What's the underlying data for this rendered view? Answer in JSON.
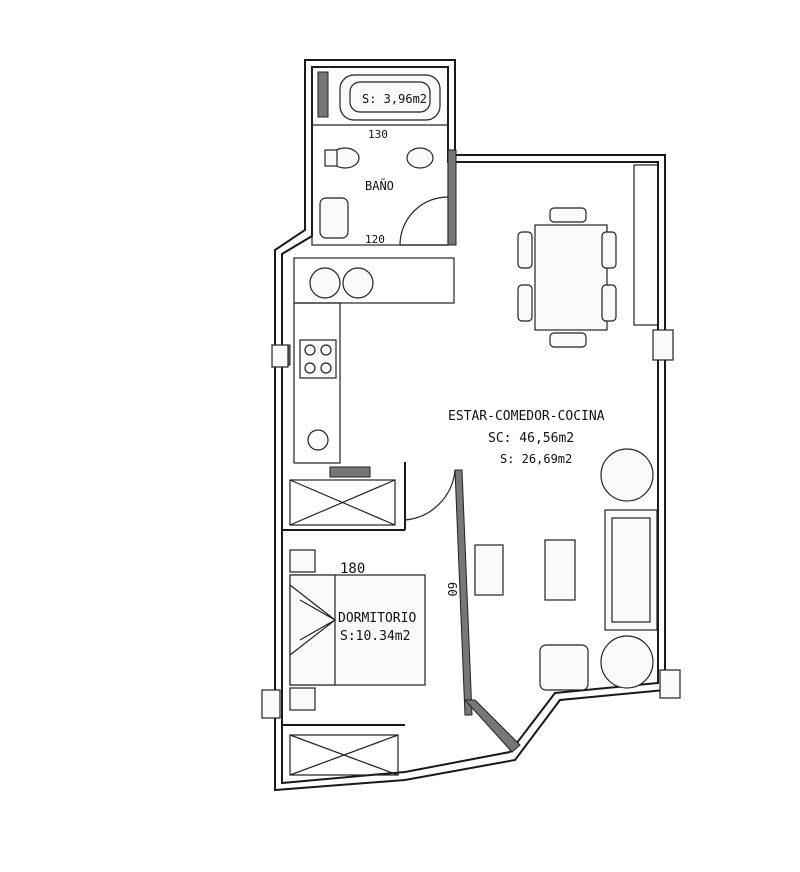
{
  "rooms": {
    "bano": {
      "name": "BAÑO",
      "area": "S: 3,96m2"
    },
    "estar": {
      "name": "ESTAR-COMEDOR-COCINA",
      "sc": "SC: 46,56m2",
      "s": "S: 26,69m2"
    },
    "dormitorio": {
      "name": "DORMITORIO",
      "area": "S:10.34m2"
    }
  },
  "dimensions": {
    "bano_top": "130",
    "bano_bottom": "120",
    "dorm_width": "180",
    "wardrobe": "60"
  },
  "colors": {
    "line": "#1a1a1a",
    "background": "#ffffff"
  }
}
